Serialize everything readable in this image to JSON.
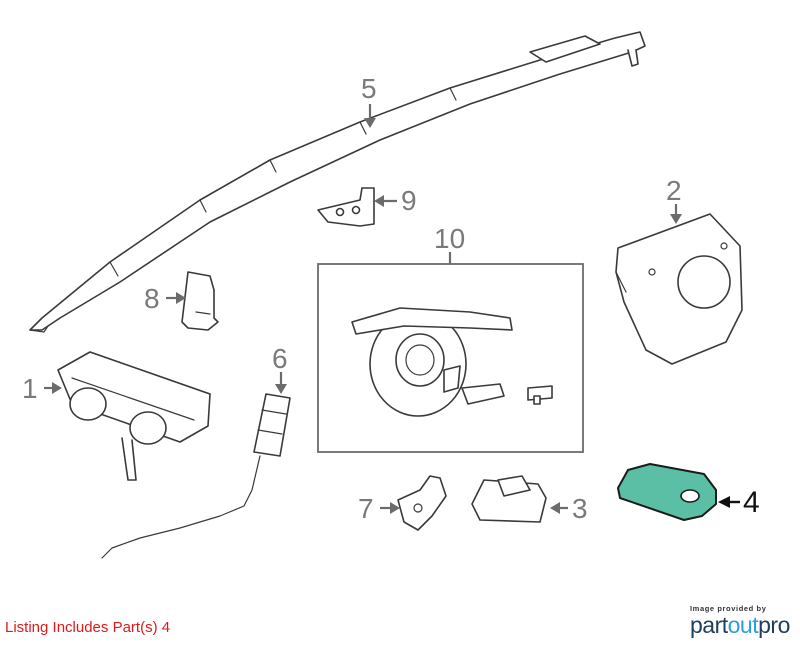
{
  "diagram": {
    "callouts": {
      "c1": "1",
      "c2": "2",
      "c3": "3",
      "c4": "4",
      "c5": "5",
      "c6": "6",
      "c7": "7",
      "c8": "8",
      "c9": "9",
      "c10": "10"
    },
    "highlight_color": "#5bbfa6",
    "highlighted_part": "4"
  },
  "footer": {
    "listing_note": "Listing Includes Part(s) 4",
    "listing_note_color": "#e01a1a"
  },
  "credit": {
    "provided_by": "Image provided by",
    "brand_part": "part",
    "brand_out": "out",
    "brand_pro": "pro",
    "brand_dark": "#1f3d5c",
    "brand_accent": "#2aa0dc"
  }
}
